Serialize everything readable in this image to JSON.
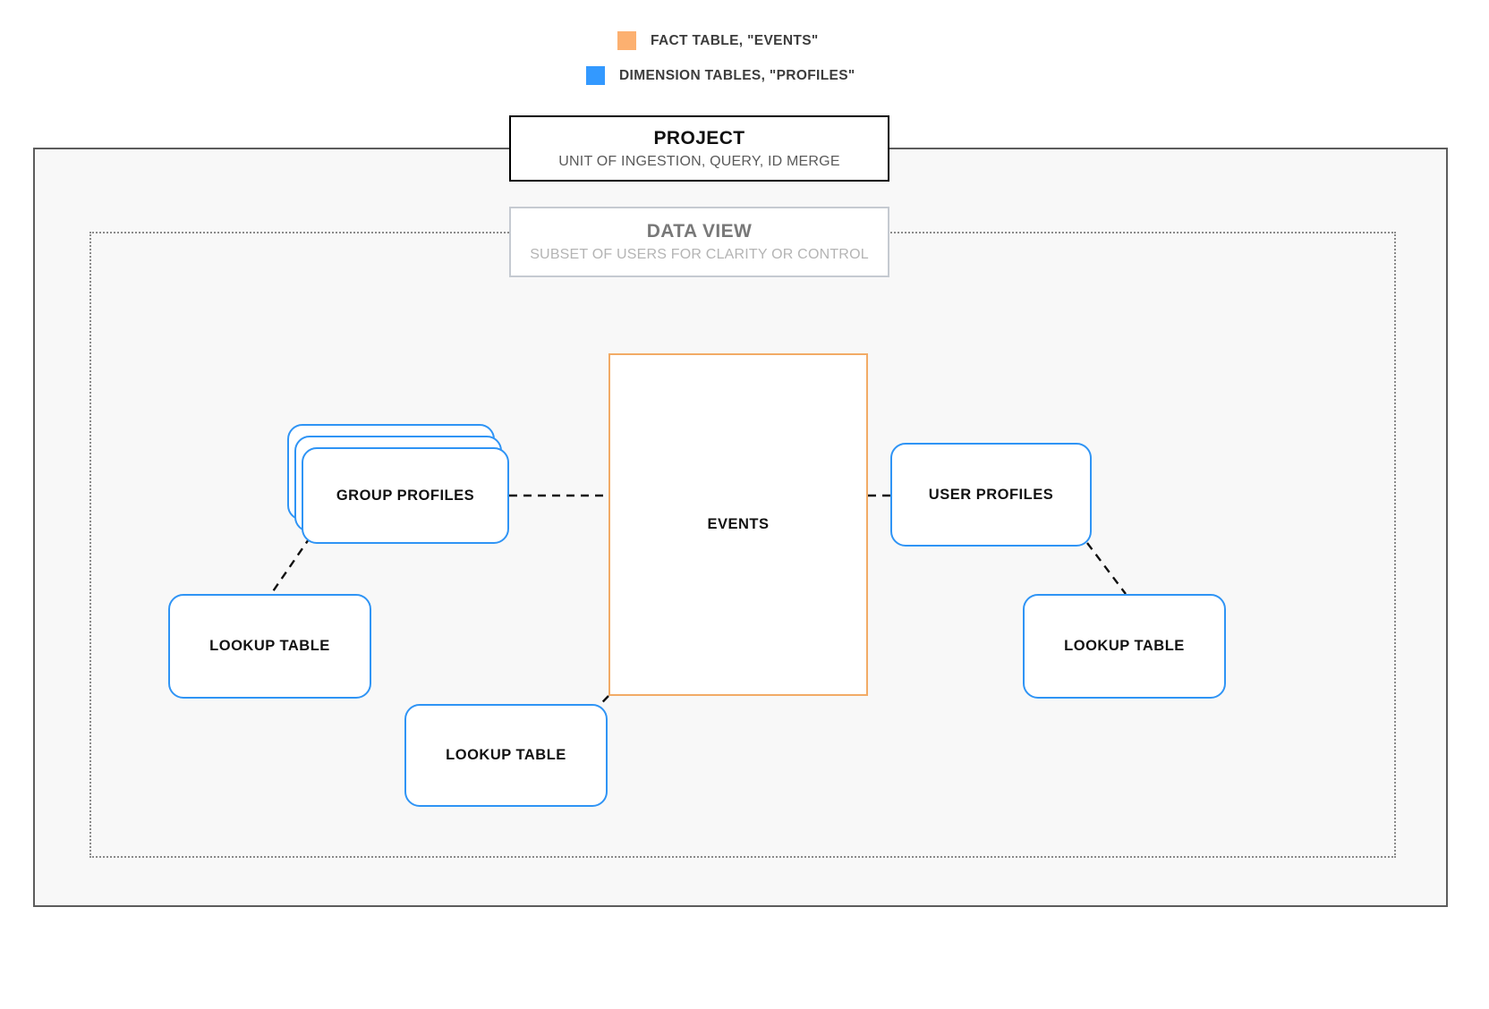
{
  "legend": {
    "items": [
      {
        "label": "FACT TABLE, \"EVENTS\"",
        "color": "#fcb070",
        "icon": "square-swatch-icon"
      },
      {
        "label": "DIMENSION TABLES, \"PROFILES\"",
        "color": "#3399ff",
        "icon": "square-swatch-icon"
      }
    ]
  },
  "project": {
    "title": "PROJECT",
    "subtitle": "UNIT OF INGESTION, QUERY, ID MERGE",
    "border_color": "#000000",
    "fill_color": "#f8f8f8"
  },
  "data_view": {
    "title": "DATA VIEW",
    "subtitle": "SUBSET OF USERS FOR CLARITY OR CONTROL",
    "border_color": "#c5cad1",
    "border_style": "dotted"
  },
  "nodes": {
    "events": {
      "label": "EVENTS",
      "type": "fact-table",
      "color": "#f2ab66",
      "stacked": false
    },
    "group_profiles": {
      "label": "GROUP PROFILES",
      "type": "dimension-table",
      "color": "#2f94f5",
      "stacked": true,
      "stack_count": 3
    },
    "user_profiles": {
      "label": "USER PROFILES",
      "type": "dimension-table",
      "color": "#2f94f5",
      "stacked": false
    },
    "lookup_left": {
      "label": "LOOKUP TABLE",
      "type": "lookup-table",
      "color": "#2f94f5",
      "stacked": false
    },
    "lookup_mid": {
      "label": "LOOKUP TABLE",
      "type": "lookup-table",
      "color": "#2f94f5",
      "stacked": false
    },
    "lookup_right": {
      "label": "LOOKUP TABLE",
      "type": "lookup-table",
      "color": "#2f94f5",
      "stacked": false
    }
  },
  "connections": [
    {
      "from": "group_profiles",
      "to": "events",
      "style": "dashed",
      "color": "#111111"
    },
    {
      "from": "events",
      "to": "user_profiles",
      "style": "dashed",
      "color": "#111111"
    },
    {
      "from": "group_profiles",
      "to": "lookup_left",
      "style": "dashed",
      "color": "#111111"
    },
    {
      "from": "events",
      "to": "lookup_mid",
      "style": "dashed",
      "color": "#111111"
    },
    {
      "from": "user_profiles",
      "to": "lookup_right",
      "style": "dashed",
      "color": "#111111"
    }
  ]
}
